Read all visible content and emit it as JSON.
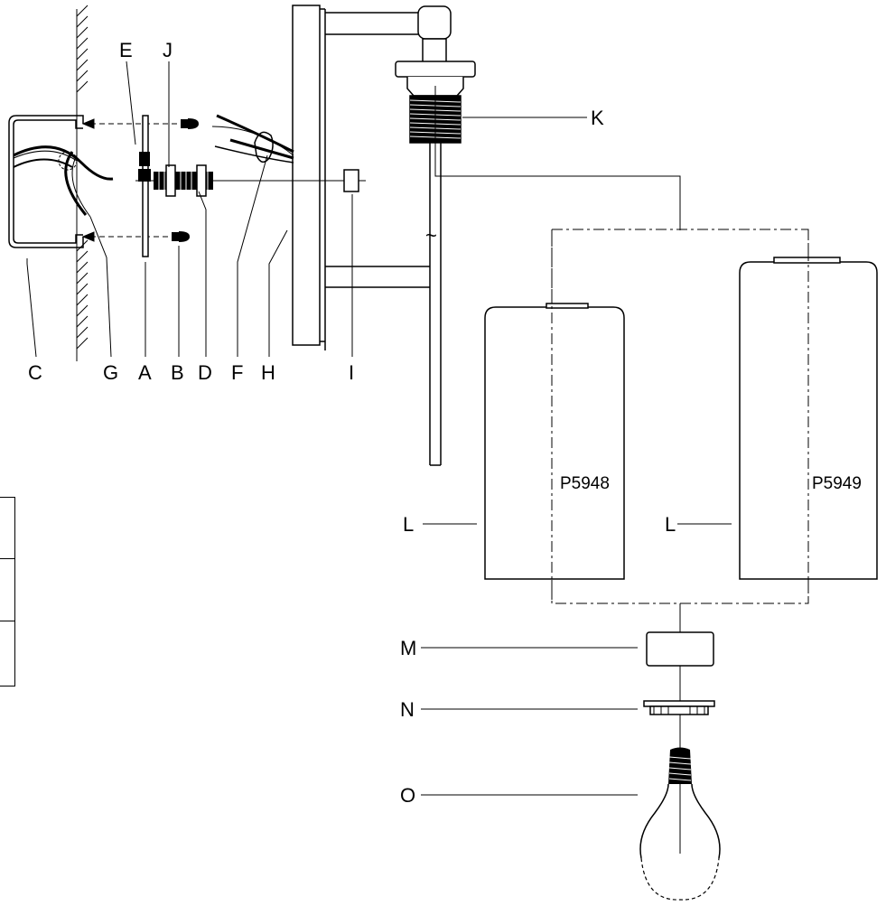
{
  "labels": {
    "C": "C",
    "G": "G",
    "A": "A",
    "B": "B",
    "D": "D",
    "F": "F",
    "H": "H",
    "I": "I",
    "E": "E",
    "J": "J",
    "K": "K",
    "L_left": "L",
    "L_right": "L",
    "M": "M",
    "N": "N",
    "O": "O"
  },
  "product_codes": {
    "left": "P5948",
    "right": "P5949"
  },
  "tilde": "~"
}
